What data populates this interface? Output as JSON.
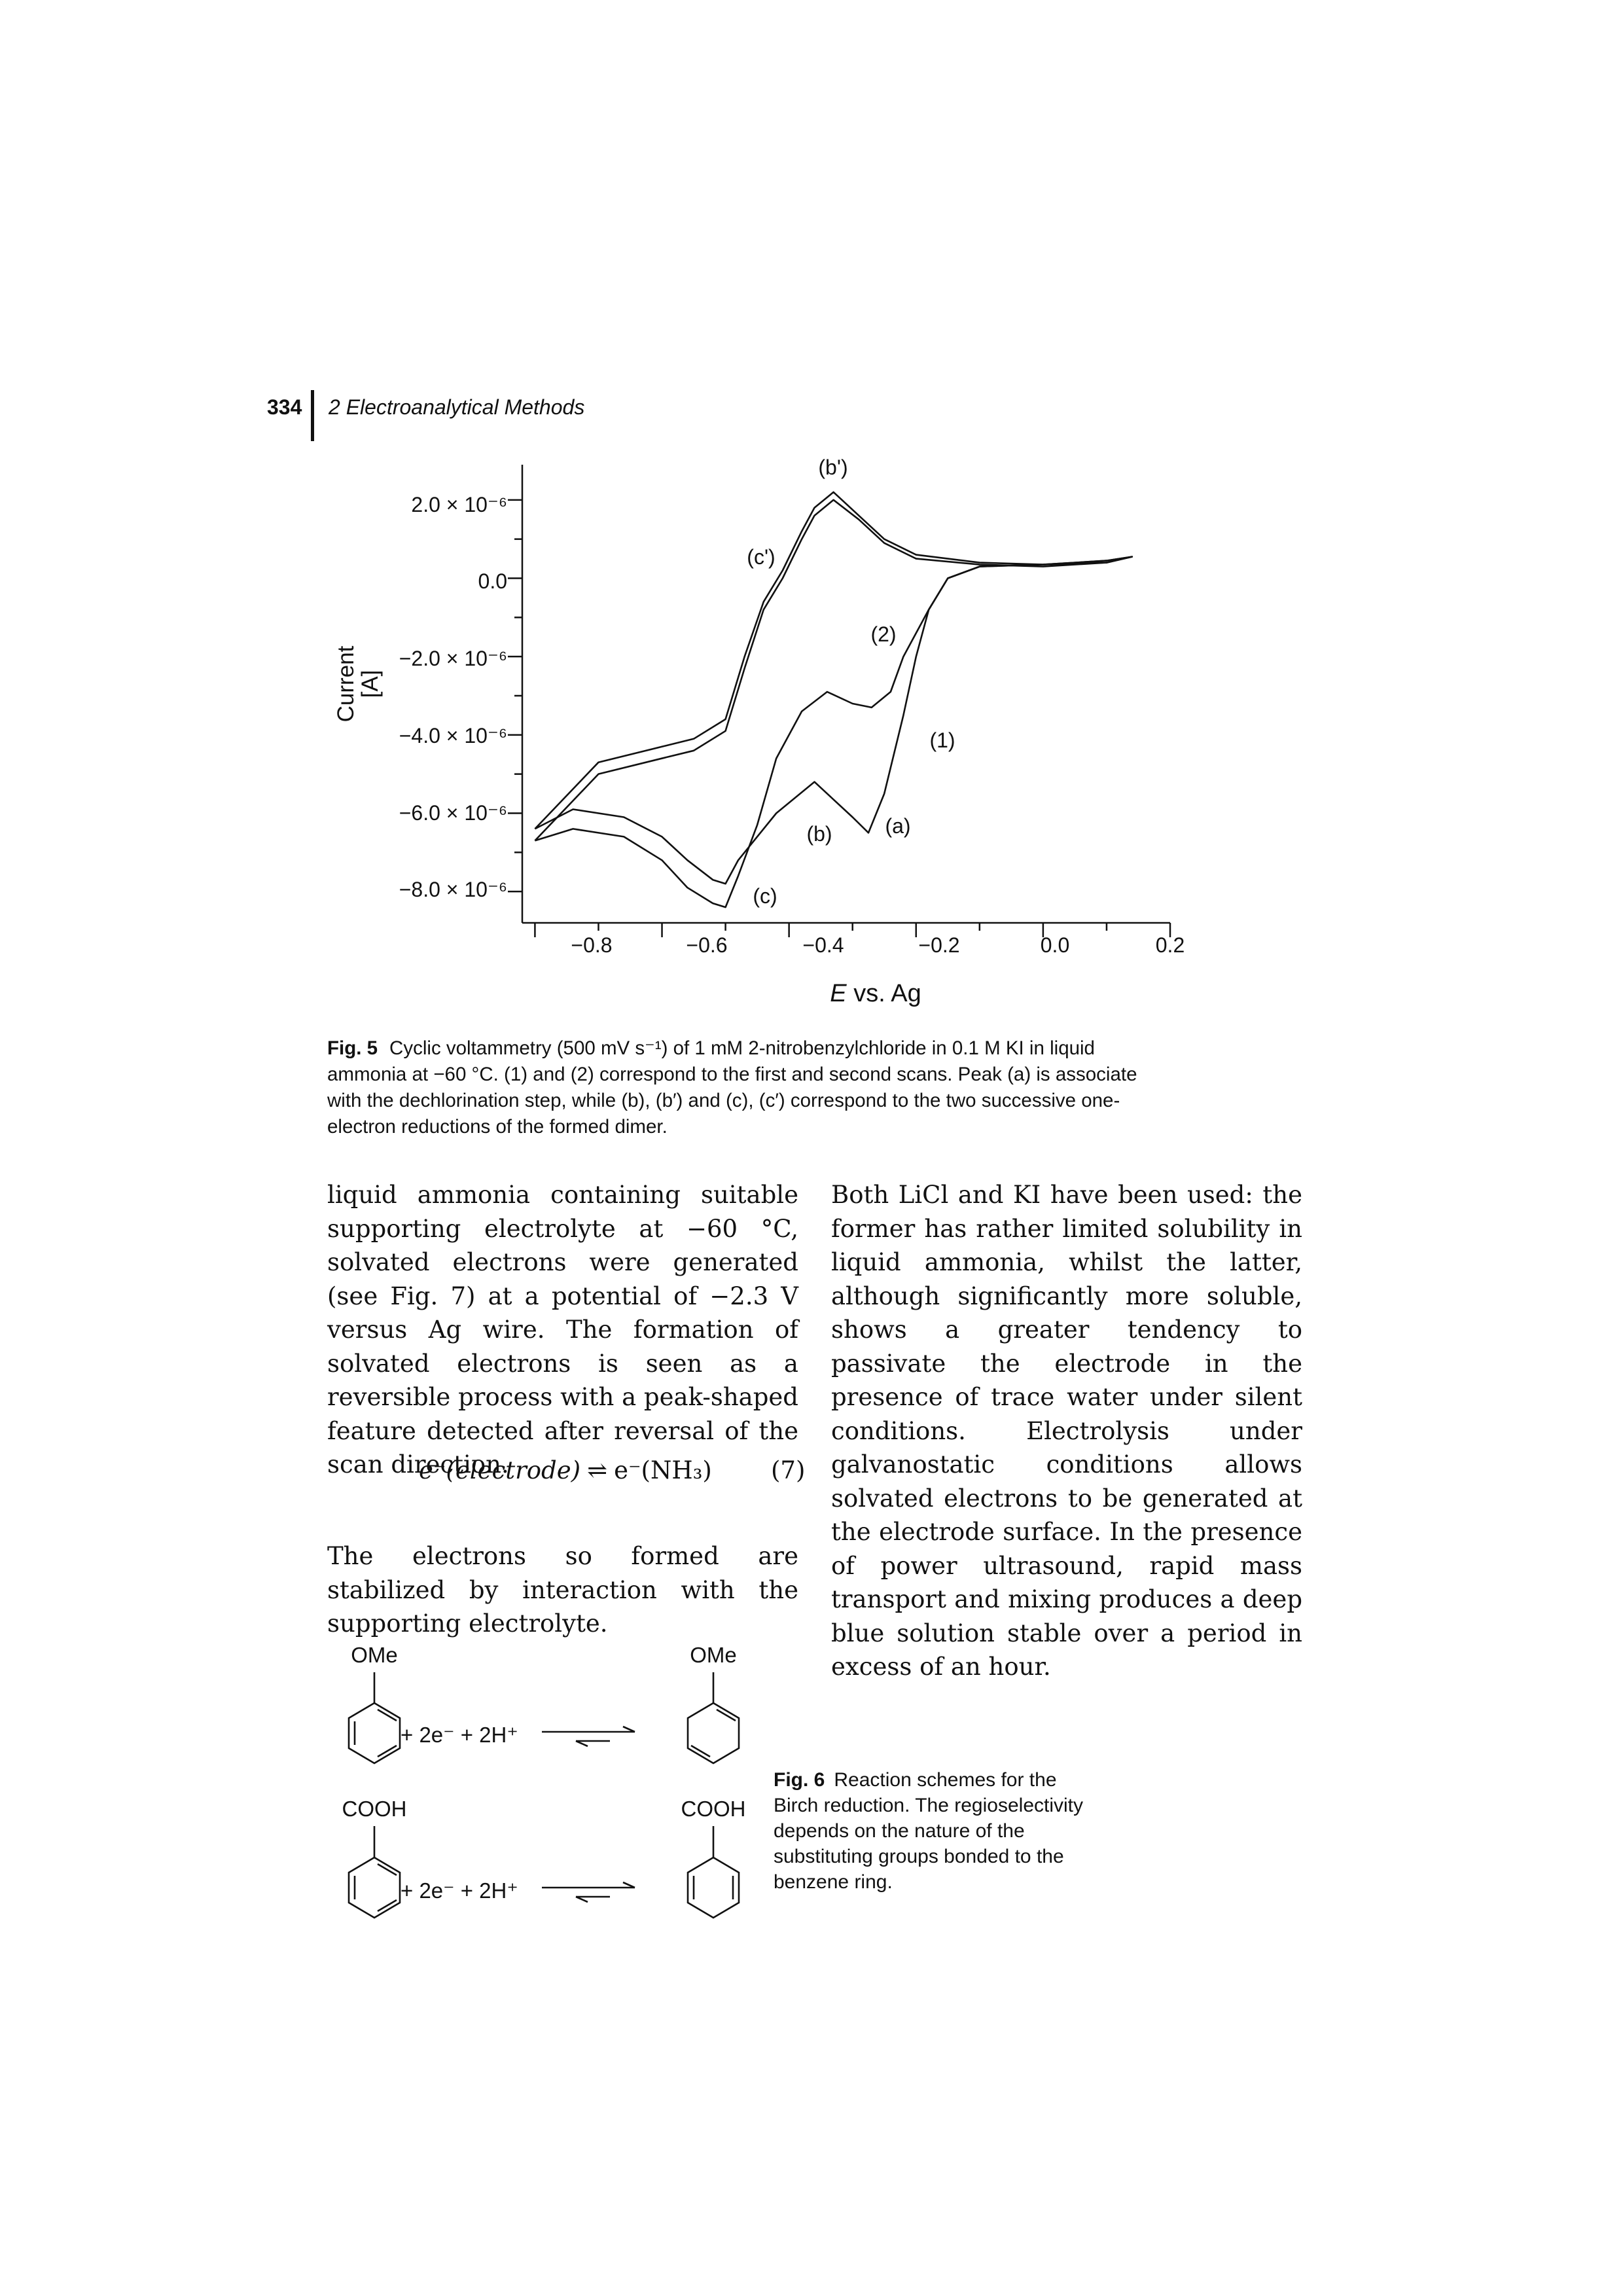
{
  "header": {
    "page_number": "334",
    "running_title": "2 Electroanalytical Methods"
  },
  "figure5": {
    "ylabel": "Current",
    "yunit": "[A]",
    "ytick_labels": [
      "2.0 × 10⁻⁶",
      "0.0",
      "−2.0 × 10⁻⁶",
      "−4.0 × 10⁻⁶",
      "−6.0 × 10⁻⁶",
      "−8.0 × 10⁻⁶"
    ],
    "xtick_labels": [
      "−0.8",
      "−0.6",
      "−0.4",
      "−0.2",
      "0.0",
      "0.2"
    ],
    "xlabel_italic": "E",
    "xlabel_rest": " vs. Ag",
    "annotations": [
      "(b')",
      "(c')",
      "(2)",
      "(1)",
      "(a)",
      "(b)",
      "(c)"
    ],
    "caption_label": "Fig. 5",
    "caption_text": "Cyclic voltammetry (500 mV s⁻¹) of 1 mM 2-nitrobenzylchloride in 0.1 M KI in liquid ammonia at −60 °C. (1) and (2) correspond to the first and second scans. Peak (a) is associate with the dechlorination step, while (b), (b′) and (c), (c′) correspond to the two successive one-electron reductions of the formed dimer."
  },
  "chart_data": {
    "type": "line",
    "xlabel": "E vs. Ag",
    "ylabel": "Current [A]",
    "xlim": [
      -0.82,
      0.2
    ],
    "ylim": [
      -8.8e-06,
      2.9e-06
    ],
    "series": [
      {
        "name": "(1)",
        "x": [
          -0.8,
          -0.74,
          -0.66,
          -0.6,
          -0.56,
          -0.52,
          -0.5,
          -0.48,
          -0.46,
          -0.42,
          -0.36,
          -0.3,
          -0.275,
          -0.25,
          -0.22,
          -0.2,
          -0.18,
          -0.15,
          -0.1,
          0.0,
          0.1,
          0.14,
          0.1,
          0.0,
          -0.1,
          -0.2,
          -0.25,
          -0.29,
          -0.33,
          -0.36,
          -0.38,
          -0.41,
          -0.44,
          -0.47,
          -0.5,
          -0.55,
          -0.6,
          -0.7,
          -0.8
        ],
        "y": [
          -6.4e-06,
          -5.9e-06,
          -6.1e-06,
          -6.6e-06,
          -7.2e-06,
          -7.7e-06,
          -7.8e-06,
          -7.2e-06,
          -6.8e-06,
          -6e-06,
          -5.2e-06,
          -6.1e-06,
          -6.5e-06,
          -5.5e-06,
          -3.5e-06,
          -2e-06,
          -8e-07,
          0.0,
          3e-07,
          3.5e-07,
          4.5e-07,
          5.5e-07,
          4e-07,
          3.5e-07,
          4e-07,
          6e-07,
          1e-06,
          1.6e-06,
          2.2e-06,
          1.8e-06,
          1.2e-06,
          2e-07,
          -6e-07,
          -2e-06,
          -3.6e-06,
          -4.1e-06,
          -4.3e-06,
          -4.7e-06,
          -6.4e-06
        ]
      },
      {
        "name": "(2)",
        "x": [
          -0.8,
          -0.74,
          -0.66,
          -0.6,
          -0.56,
          -0.52,
          -0.5,
          -0.48,
          -0.45,
          -0.42,
          -0.38,
          -0.34,
          -0.3,
          -0.27,
          -0.24,
          -0.22,
          -0.18,
          -0.15,
          -0.1,
          0.0,
          0.1,
          0.14,
          0.1,
          0.0,
          -0.1,
          -0.2,
          -0.25,
          -0.29,
          -0.33,
          -0.36,
          -0.38,
          -0.41,
          -0.44,
          -0.47,
          -0.5,
          -0.55,
          -0.6,
          -0.7,
          -0.8
        ],
        "y": [
          -6.7e-06,
          -6.4e-06,
          -6.6e-06,
          -7.2e-06,
          -7.9e-06,
          -8.3e-06,
          -8.4e-06,
          -7.6e-06,
          -6.3e-06,
          -4.6e-06,
          -3.4e-06,
          -2.9e-06,
          -3.2e-06,
          -3.3e-06,
          -2.9e-06,
          -2e-06,
          -8e-07,
          0.0,
          3e-07,
          3.5e-07,
          4.5e-07,
          5.5e-07,
          4e-07,
          3e-07,
          3.5e-07,
          5e-07,
          9e-07,
          1.5e-06,
          2e-06,
          1.6e-06,
          1e-06,
          0.0,
          -8e-07,
          -2.3e-06,
          -3.9e-06,
          -4.4e-06,
          -4.6e-06,
          -5e-06,
          -6.7e-06
        ]
      }
    ]
  },
  "body_left": {
    "para1": "liquid ammonia containing suitable supporting electrolyte at −60 °C, solvated electrons were generated (see Fig. 7) at a potential of −2.3 V versus Ag wire. The formation of solvated electrons is seen as a reversible process with a peak-shaped feature detected after reversal of the scan direction.",
    "eq_lhs": "e⁻(electrode)",
    "eq_arrow": "⇌",
    "eq_rhs": "e⁻(NH₃)",
    "eq_number": "(7)",
    "para2": "The electrons so formed are stabilized by interaction with the supporting electrolyte."
  },
  "body_right": {
    "para": "Both LiCl and KI have been used: the former has rather limited solubility in liquid ammonia, whilst the latter, although significantly more soluble, shows a greater tendency to passivate the electrode in the presence of trace water under silent conditions. Electrolysis under galvanostatic conditions allows solvated electrons to be generated at the electrode surface. In the presence of power ultrasound, rapid mass transport and mixing produces a deep blue solution stable over a period in excess of an hour."
  },
  "figure6": {
    "substituent_1": "OMe",
    "substituent_2": "COOH",
    "reagents": "+ 2e⁻ + 2H⁺",
    "caption_label": "Fig. 6",
    "caption_text": "Reaction schemes for the Birch reduction. The regioselectivity depends on the nature of the substituting groups bonded to the benzene ring."
  }
}
